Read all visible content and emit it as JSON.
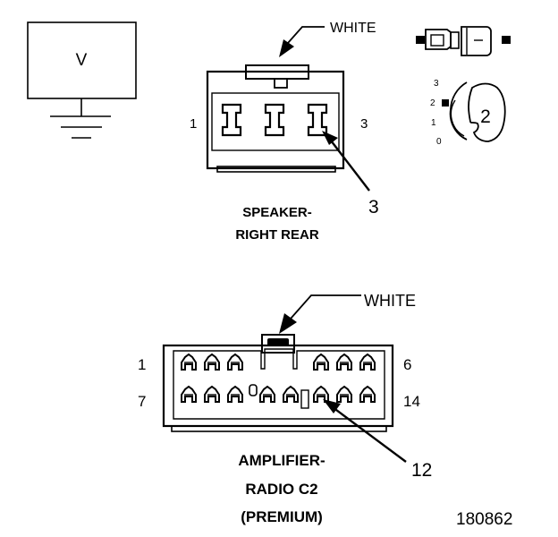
{
  "meter": {
    "label": "V"
  },
  "speaker": {
    "wire_color": "WHITE",
    "pin_left": "1",
    "pin_right": "3",
    "callout": "3",
    "title_line1": "SPEAKER-",
    "title_line2": "RIGHT REAR"
  },
  "view_icon": {
    "number": "2",
    "scale": [
      "3",
      "2",
      "1",
      "0"
    ]
  },
  "amplifier": {
    "wire_color": "WHITE",
    "pin_top_left": "1",
    "pin_top_right": "6",
    "pin_bottom_left": "7",
    "pin_bottom_right": "14",
    "callout": "12",
    "title_line1": "AMPLIFIER-",
    "title_line2": "RADIO C2",
    "title_line3": "(PREMIUM)"
  },
  "figure_number": "180862"
}
